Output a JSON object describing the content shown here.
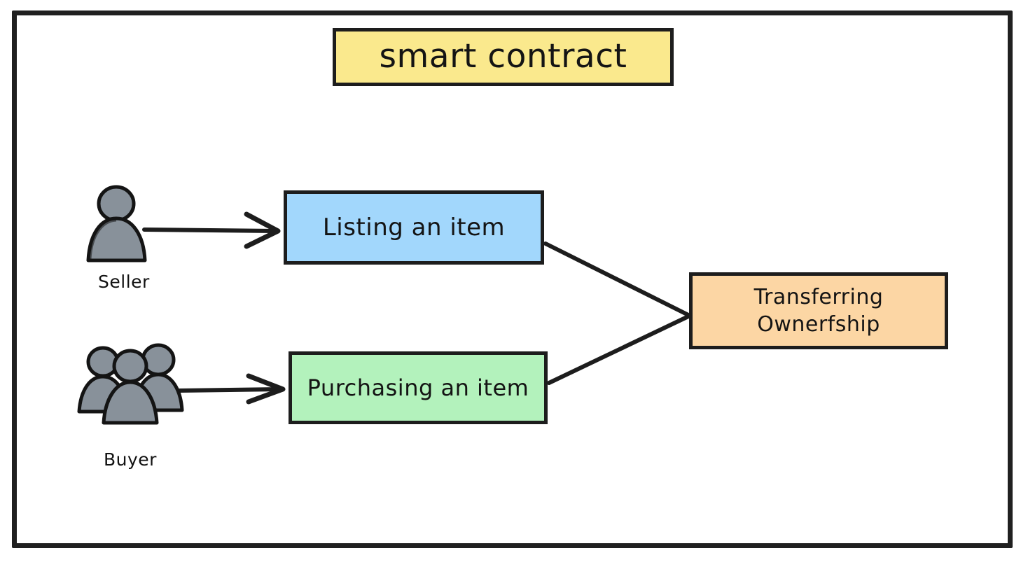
{
  "diagram": {
    "title": "smart contract",
    "frame": {
      "name": "diagram-border"
    },
    "nodes": {
      "title": {
        "label": "smart contract",
        "color": "#FAE98D"
      },
      "listing": {
        "label": "Listing an item",
        "color": "#A2D7FC"
      },
      "purchasing": {
        "label": "Purchasing an item",
        "color": "#B3F2BC"
      },
      "transfer": {
        "line1": "Transferring",
        "line2": "Ownerfship",
        "color": "#FCD6A4"
      }
    },
    "actors": [
      {
        "label": "Seller",
        "icon": "single-person-icon",
        "color": "#88919A"
      },
      {
        "label": "Buyer",
        "icon": "group-of-people-icon",
        "color": "#88919A"
      }
    ],
    "edges": [
      {
        "from": "Seller",
        "to": "Listing an item",
        "style": "arrow"
      },
      {
        "from": "Buyer",
        "to": "Purchasing an item",
        "style": "arrow"
      },
      {
        "from": "Listing an item",
        "to": "Transferring Ownerfship",
        "style": "line"
      },
      {
        "from": "Purchasing an item",
        "to": "Transferring Ownerfship",
        "style": "line"
      }
    ],
    "stroke_color": "#1d1d1d"
  }
}
